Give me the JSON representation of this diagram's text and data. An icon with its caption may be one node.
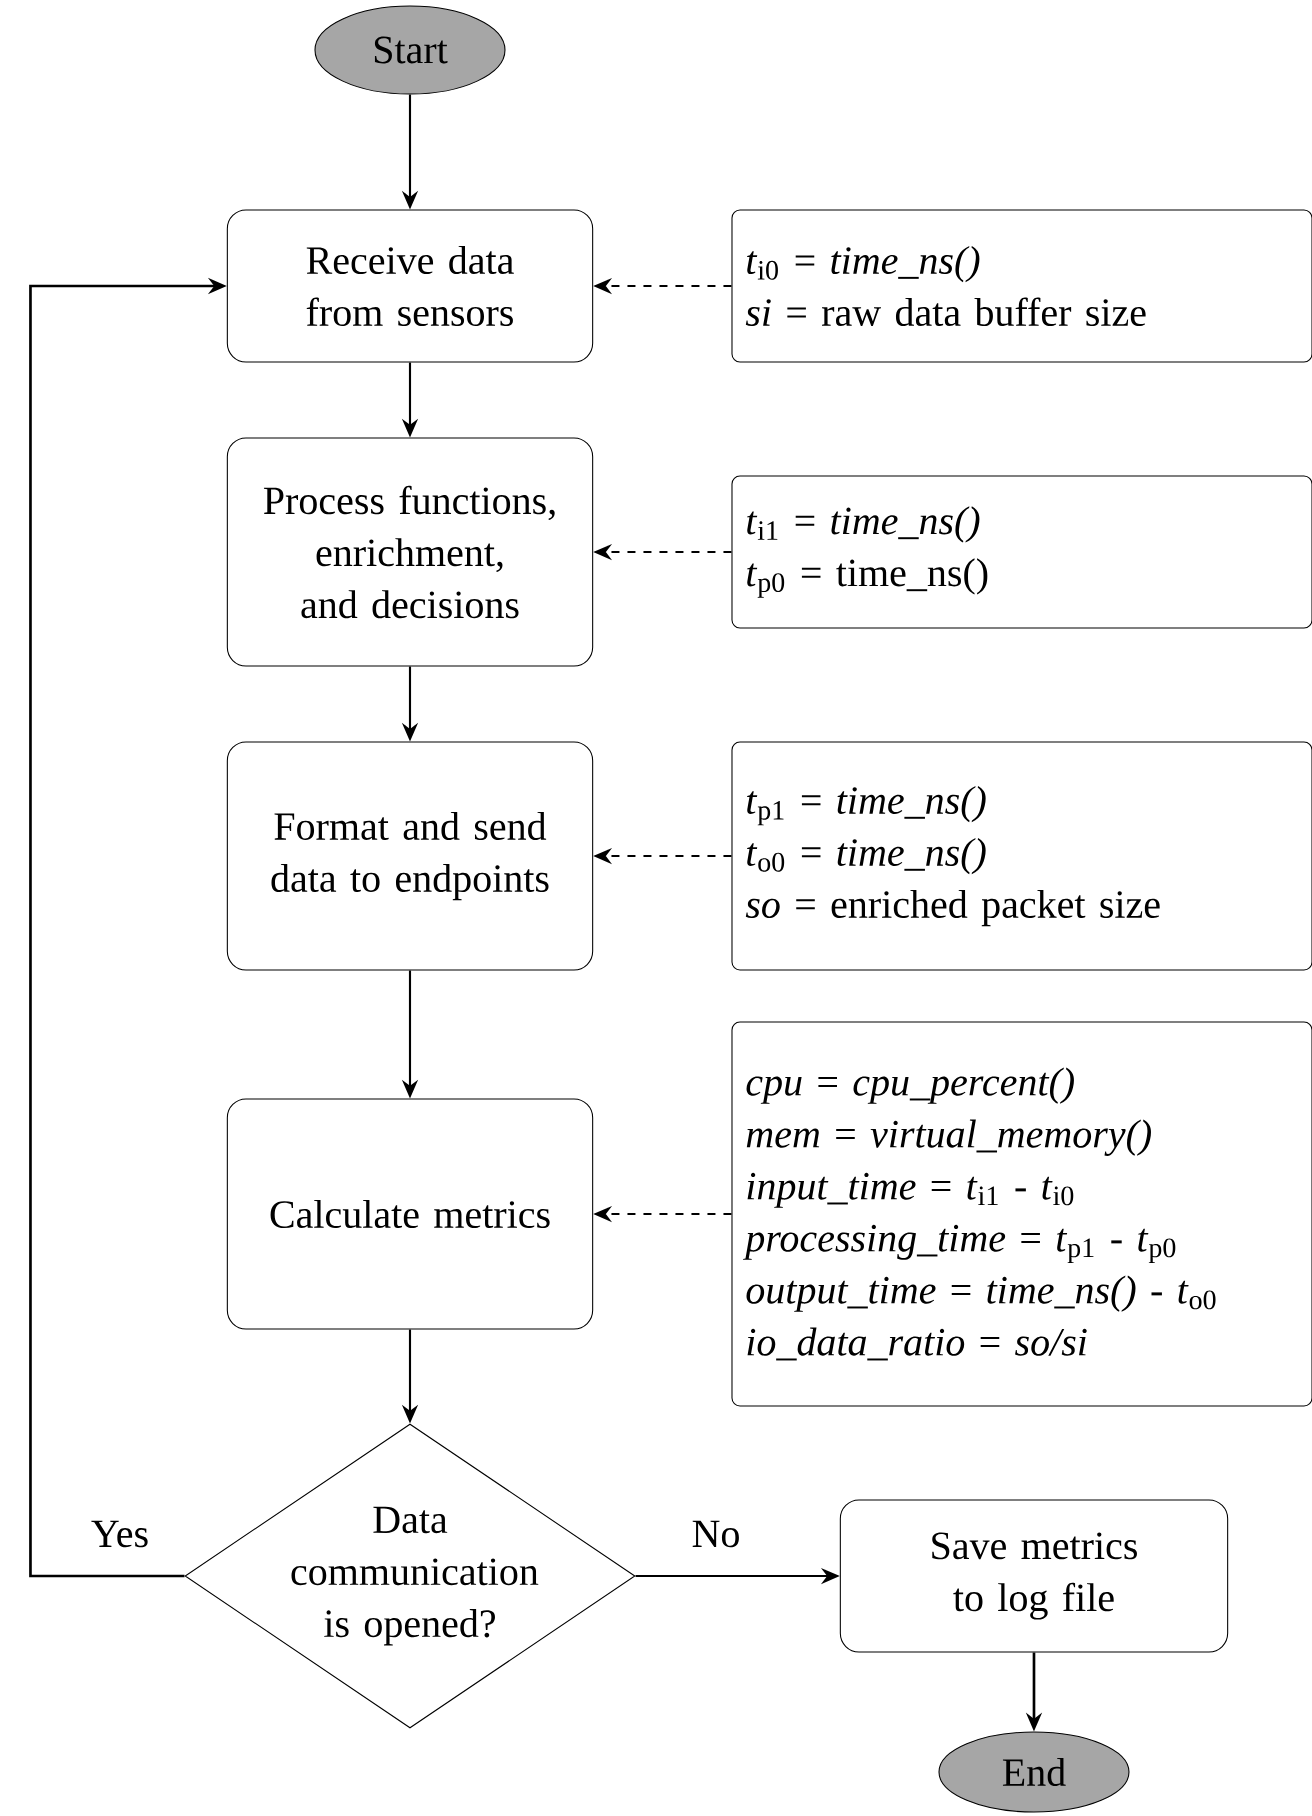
{
  "diagram": {
    "nodes": [
      {
        "text": [
          "Start"
        ]
      },
      {
        "text": [
          "Receive data from sensors"
        ]
      },
      {
        "text": [
          "*t*$_{i0}$ = *time_ns()*",
          "*si* = raw data buffer size"
        ]
      },
      {
        "text": [
          "Process functions, enrichment, and decisions"
        ]
      },
      {
        "text": [
          "*t*$_{i1}$ = *time_ns()*",
          "*t*$_{p0}$ = time_ns()"
        ]
      },
      {
        "text": [
          "Format and send data to endpoints"
        ]
      },
      {
        "text": [
          "*t*$_{p1}$ = *time_ns()*",
          "*t*$_{o0}$ = *time_ns()*",
          "*so* = enriched packet size"
        ]
      },
      {
        "text": [
          "Calculate metrics"
        ]
      },
      {
        "text": [
          "*cpu* = *cpu_percent()*",
          "*mem* = *virtual_memory()*",
          "*input_time* = *t*$_{i1}$ - *t*$_{i0}$",
          "*processing_time* = *t*$_{p1}$ - *t*$_{p0}$",
          "*output_time* = *time_ns()* - *t*$_{o0}$",
          "*io_data_ratio* = *so/si*"
        ]
      },
      {
        "text": [
          "Data communication is opened?"
        ]
      },
      {
        "text": [
          "Save metrics to log file"
        ]
      },
      {
        "text": [
          "End"
        ]
      }
    ],
    "edges": [
      {
        "from": 0,
        "to": 1,
        "arrow": "to"
      },
      {
        "from": 2,
        "to": 1,
        "arrow": "to",
        "style": "dashed"
      },
      {
        "from": 1,
        "to": 3,
        "arrow": "to"
      },
      {
        "from": 4,
        "to": 3,
        "arrow": "to",
        "style": "dashed"
      },
      {
        "from": 3,
        "to": 5,
        "arrow": "to"
      },
      {
        "from": 6,
        "to": 5,
        "arrow": "to",
        "style": "dashed"
      },
      {
        "from": 5,
        "to": 7,
        "arrow": "to"
      },
      {
        "from": 8,
        "to": 7,
        "arrow": "to",
        "style": "dashed"
      },
      {
        "from": 7,
        "to": 9,
        "arrow": "to"
      },
      {
        "from": 9,
        "to": 1,
        "arrow": "to",
        "label": "Yes"
      },
      {
        "from": 9,
        "to": 10,
        "arrow": "to",
        "label": "No"
      },
      {
        "from": 10,
        "to": 11,
        "arrow": "to"
      }
    ]
  }
}
